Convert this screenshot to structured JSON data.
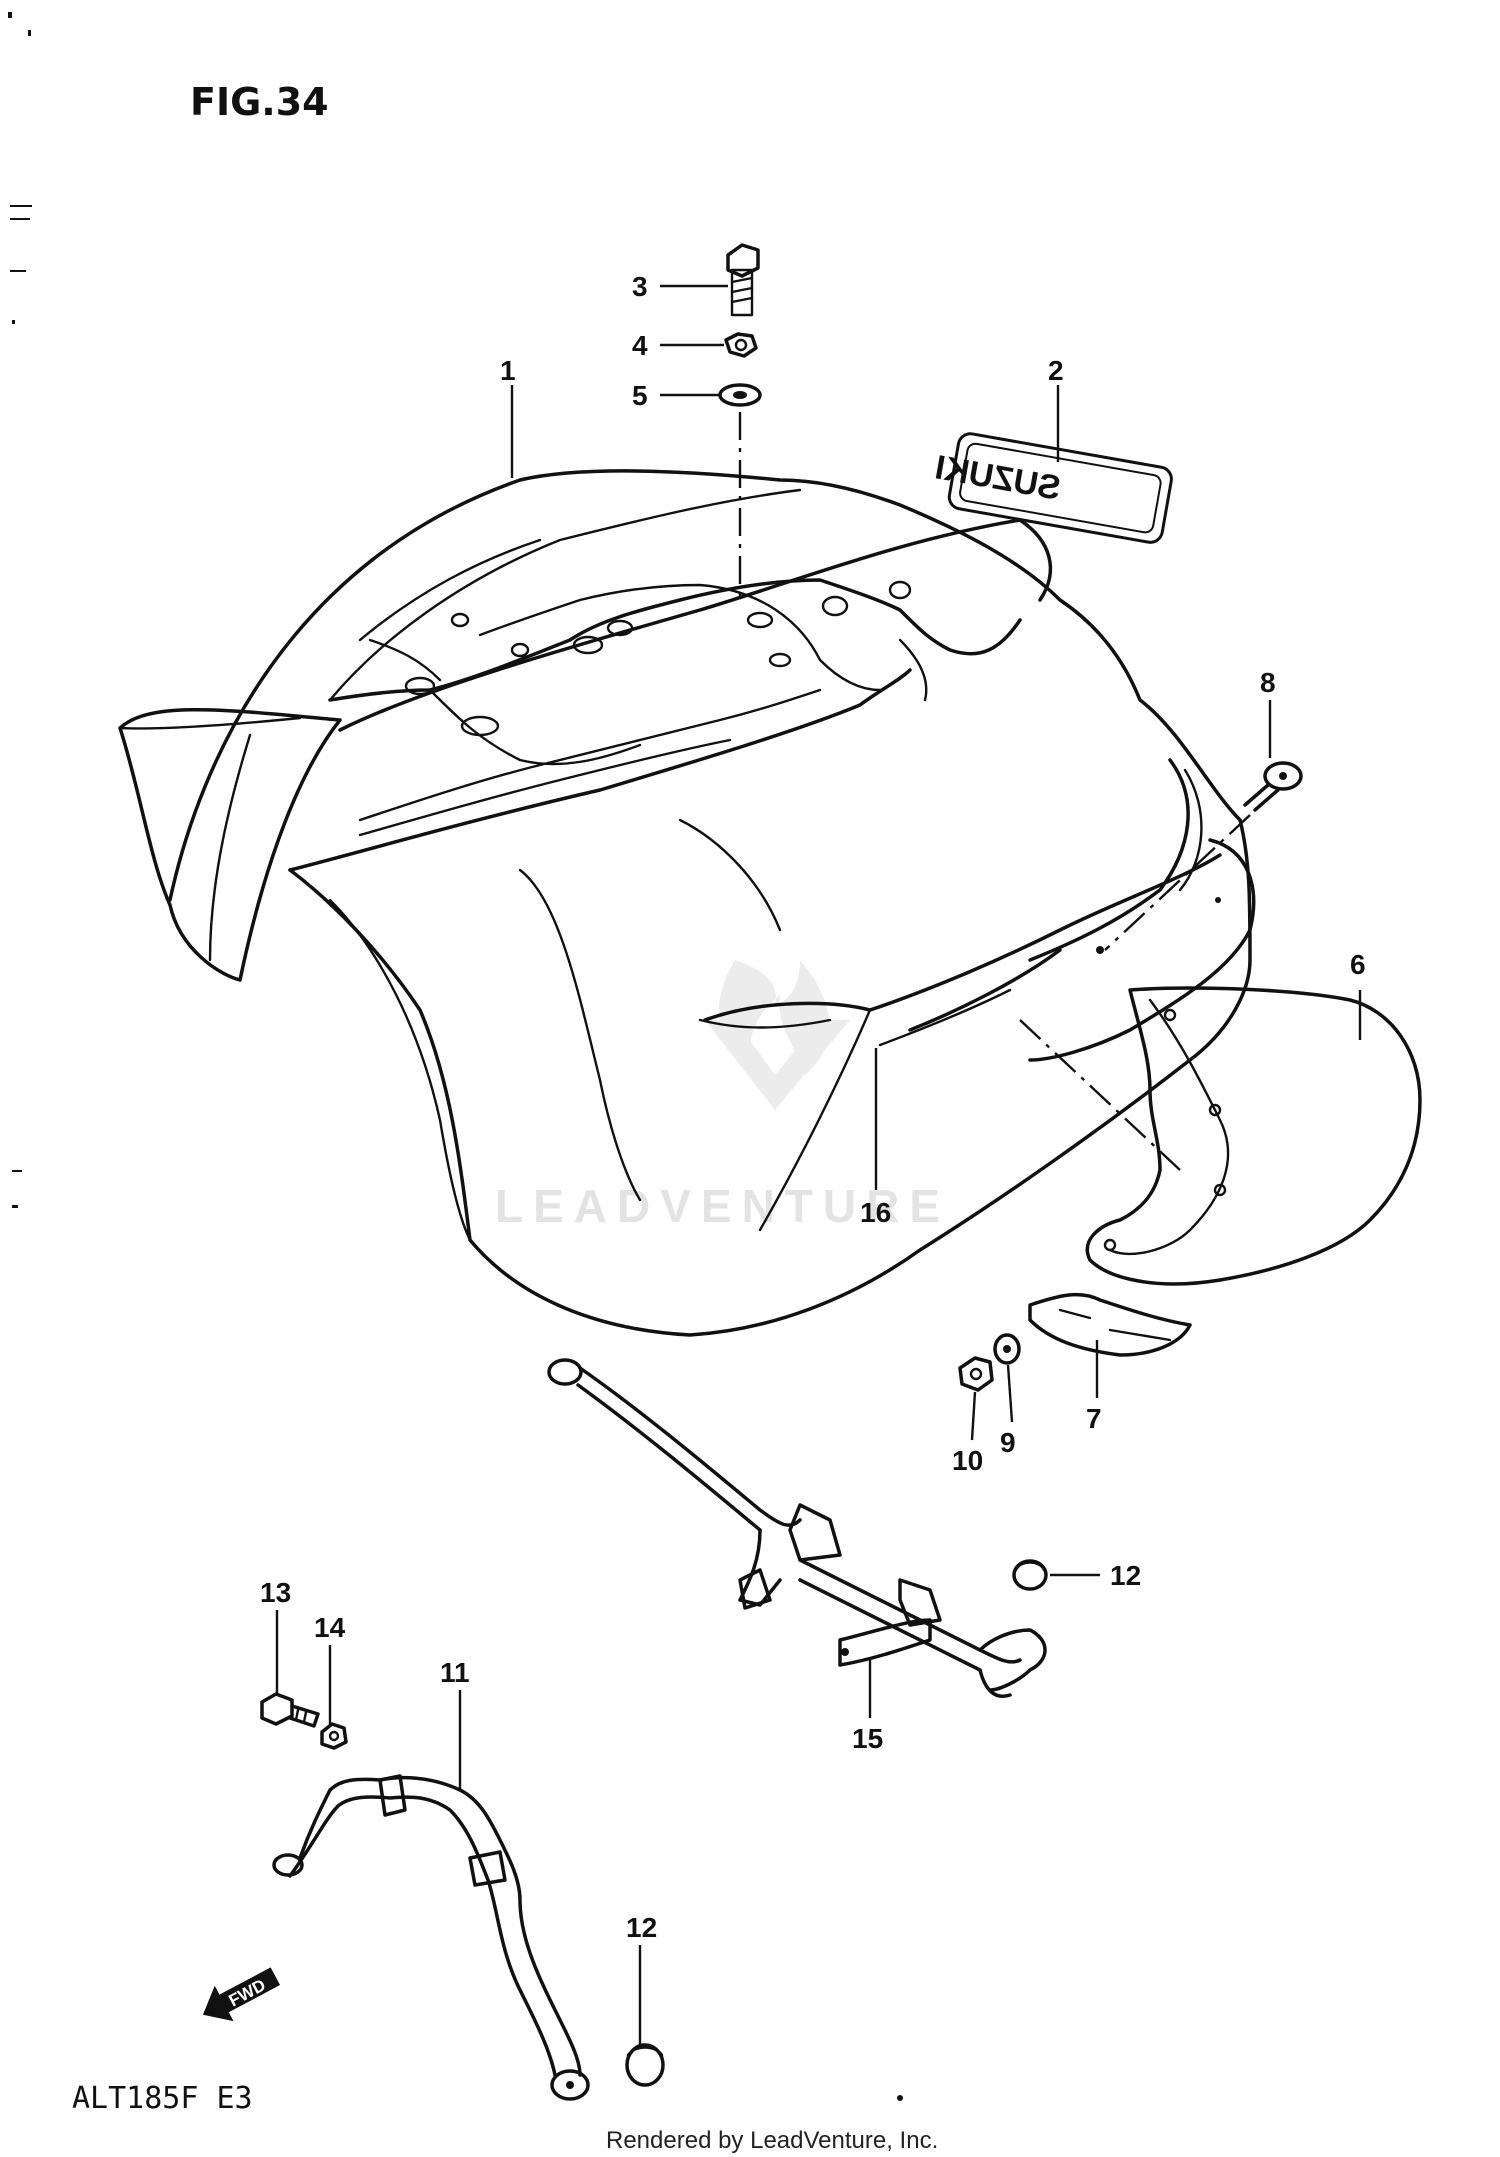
{
  "figure": {
    "title": "FIG.34",
    "model": "ALT185F E3"
  },
  "watermark": {
    "text": "LEADVENTURE"
  },
  "footer": {
    "rendered_by": "Rendered by LeadVenture, Inc."
  },
  "emblem_text": "SUZUKI",
  "direction_arrow": "FWD",
  "callouts": [
    {
      "id": "c1",
      "label": "1"
    },
    {
      "id": "c2",
      "label": "2"
    },
    {
      "id": "c3",
      "label": "3"
    },
    {
      "id": "c4",
      "label": "4"
    },
    {
      "id": "c5",
      "label": "5"
    },
    {
      "id": "c6",
      "label": "6"
    },
    {
      "id": "c7",
      "label": "7"
    },
    {
      "id": "c8",
      "label": "8"
    },
    {
      "id": "c9",
      "label": "9"
    },
    {
      "id": "c10",
      "label": "10"
    },
    {
      "id": "c11",
      "label": "11"
    },
    {
      "id": "c12a",
      "label": "12"
    },
    {
      "id": "c12b",
      "label": "12"
    },
    {
      "id": "c13",
      "label": "13"
    },
    {
      "id": "c14",
      "label": "14"
    },
    {
      "id": "c15",
      "label": "15"
    },
    {
      "id": "c16",
      "label": "16"
    }
  ]
}
